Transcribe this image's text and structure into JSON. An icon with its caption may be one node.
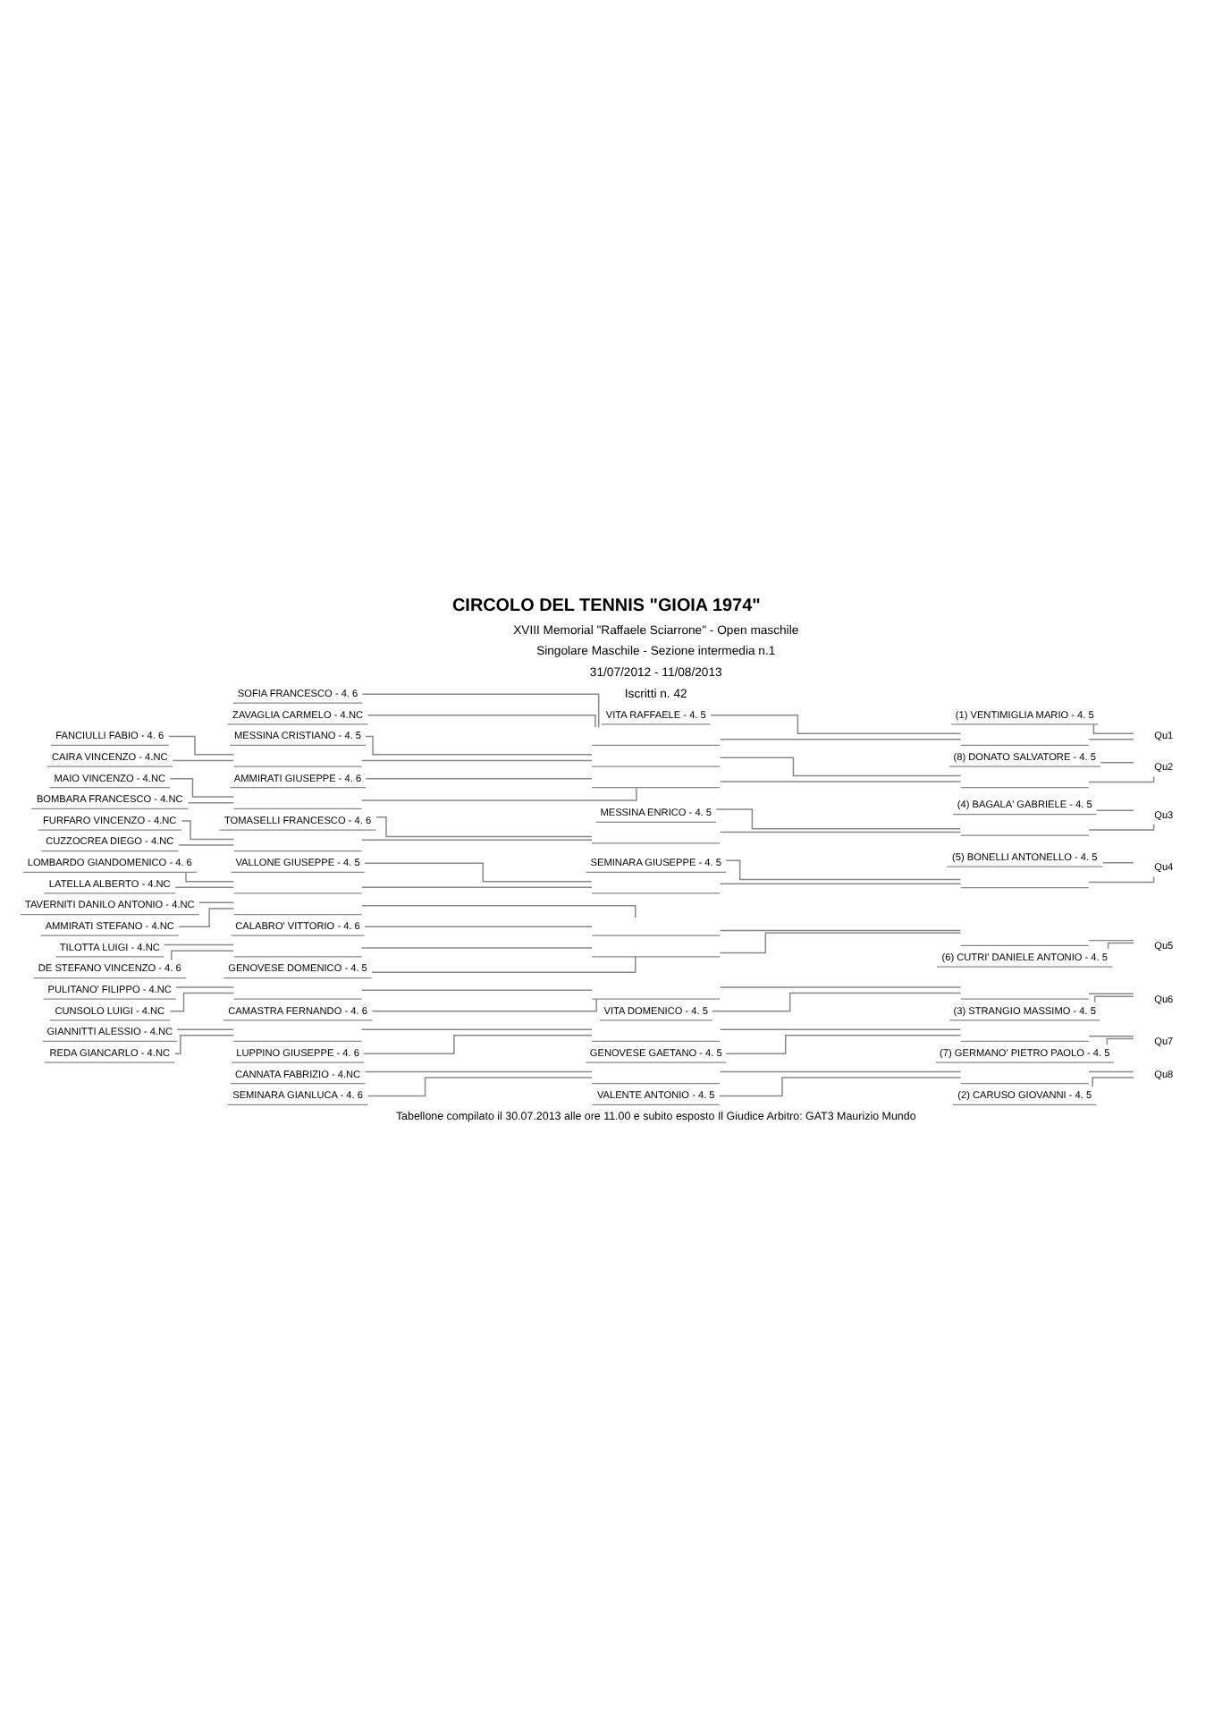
{
  "diagram": {
    "title": "CIRCOLO DEL TENNIS \"GIOIA 1974\"",
    "caption": "Tabellone compilato il 30.07.2013 alle ore 11.00 e subito esposto Il Giudice Arbitro: GAT3 Maurizio Mundo",
    "labels": [
      "XVIII Memorial \"Raffaele Sciarrone\" - Open maschile",
      "Singolare Maschile - Sezione intermedia n.1",
      "31/07/2012 - 11/08/2013",
      "Iscritti n. 42"
    ],
    "nodes": [
      {
        "text": [
          "(1) VENTIMIGLIA MARIO - 4. 5"
        ]
      },
      {
        "text": [
          "VITA RAFFAELE - 4. 5"
        ]
      },
      {
        "text": [
          "SOFIA FRANCESCO - 4. 6"
        ]
      },
      {
        "text": [
          "ZAVAGLIA CARMELO - 4.NC"
        ]
      },
      {
        "text": [],
        "shape": "line"
      },
      {
        "text": [],
        "shape": "line"
      },
      {
        "text": [
          "Qu1"
        ]
      },
      {
        "text": [
          "(8) DONATO SALVATORE - 4. 5"
        ]
      },
      {
        "text": [
          "MESSINA CRISTIANO - 4. 5"
        ]
      },
      {
        "text": [
          "FANCIULLI FABIO - 4. 6"
        ]
      },
      {
        "text": [
          "CAIRA VINCENZO - 4.NC"
        ]
      },
      {
        "text": [],
        "shape": "line"
      },
      {
        "text": [],
        "shape": "line"
      },
      {
        "text": [
          "AMMIRATI GIUSEPPE - 4. 6"
        ]
      },
      {
        "text": [
          "MAIO VINCENZO - 4.NC"
        ]
      },
      {
        "text": [
          "BOMBARA FRANCESCO - 4.NC"
        ]
      },
      {
        "text": [],
        "shape": "line"
      },
      {
        "text": [],
        "shape": "line"
      },
      {
        "text": [],
        "shape": "line"
      },
      {
        "text": [
          "Qu2"
        ]
      },
      {
        "text": [
          "(4) BAGALA' GABRIELE - 4. 5"
        ]
      },
      {
        "text": [
          "MESSINA ENRICO - 4. 5"
        ]
      },
      {
        "text": [
          "TOMASELLI FRANCESCO - 4. 6"
        ]
      },
      {
        "text": [
          "FURFARO VINCENZO - 4.NC"
        ]
      },
      {
        "text": [
          "CUZZOCREA DIEGO - 4.NC"
        ]
      },
      {
        "text": [],
        "shape": "line"
      },
      {
        "text": [],
        "shape": "line"
      },
      {
        "text": [],
        "shape": "line"
      },
      {
        "text": [
          "Qu3"
        ]
      },
      {
        "text": [
          "(5) BONELLI ANTONELLO - 4. 5"
        ]
      },
      {
        "text": [
          "SEMINARA GIUSEPPE - 4. 5"
        ]
      },
      {
        "text": [
          "VALLONE GIUSEPPE - 4. 5"
        ]
      },
      {
        "text": [
          "LOMBARDO GIANDOMENICO - 4. 6"
        ]
      },
      {
        "text": [
          "LATELLA ALBERTO - 4.NC"
        ]
      },
      {
        "text": [],
        "shape": "line"
      },
      {
        "text": [],
        "shape": "line"
      },
      {
        "text": [],
        "shape": "line"
      },
      {
        "text": [
          "Qu4"
        ]
      },
      {
        "text": [
          "TAVERNITI DANILO ANTONIO - 4.NC"
        ]
      },
      {
        "text": [
          "AMMIRATI STEFANO - 4.NC"
        ]
      },
      {
        "text": [],
        "shape": "line"
      },
      {
        "text": [
          "CALABRO' VITTORIO - 4. 6"
        ]
      },
      {
        "text": [],
        "shape": "line"
      },
      {
        "text": [
          "TILOTTA LUIGI - 4.NC"
        ]
      },
      {
        "text": [
          "DE STEFANO VINCENZO - 4. 6"
        ]
      },
      {
        "text": [],
        "shape": "line"
      },
      {
        "text": [
          "GENOVESE DOMENICO - 4. 5"
        ]
      },
      {
        "text": [],
        "shape": "line"
      },
      {
        "text": [],
        "shape": "line"
      },
      {
        "text": [
          "(6) CUTRI' DANIELE ANTONIO - 4. 5"
        ]
      },
      {
        "text": [
          "Qu5"
        ]
      },
      {
        "text": [
          "PULITANO' FILIPPO - 4.NC"
        ]
      },
      {
        "text": [
          "CUNSOLO LUIGI - 4.NC"
        ]
      },
      {
        "text": [],
        "shape": "line"
      },
      {
        "text": [
          "CAMASTRA FERNANDO - 4. 6"
        ]
      },
      {
        "text": [],
        "shape": "line"
      },
      {
        "text": [
          "VITA DOMENICO - 4. 5"
        ]
      },
      {
        "text": [],
        "shape": "line"
      },
      {
        "text": [
          "(3) STRANGIO MASSIMO - 4. 5"
        ]
      },
      {
        "text": [
          "Qu6"
        ]
      },
      {
        "text": [
          "GIANNITTI ALESSIO - 4.NC"
        ]
      },
      {
        "text": [
          "REDA GIANCARLO - 4.NC"
        ]
      },
      {
        "text": [],
        "shape": "line"
      },
      {
        "text": [
          "LUPPINO GIUSEPPE - 4. 6"
        ]
      },
      {
        "text": [],
        "shape": "line"
      },
      {
        "text": [
          "GENOVESE GAETANO - 4. 5"
        ]
      },
      {
        "text": [],
        "shape": "line"
      },
      {
        "text": [
          "(7) GERMANO' PIETRO PAOLO - 4. 5"
        ]
      },
      {
        "text": [
          "Qu7"
        ]
      },
      {
        "text": [
          "CANNATA FABRIZIO - 4.NC"
        ]
      },
      {
        "text": [
          "SEMINARA GIANLUCA - 4. 6"
        ]
      },
      {
        "text": [],
        "shape": "line"
      },
      {
        "text": [
          "VALENTE ANTONIO - 4. 5"
        ]
      },
      {
        "text": [],
        "shape": "line"
      },
      {
        "text": [
          "(2) CARUSO GIOVANNI - 4. 5"
        ]
      },
      {
        "text": [
          "Qu8"
        ]
      }
    ],
    "edges": [
      {
        "from": 2,
        "to": 4,
        "arrow": "none"
      },
      {
        "from": 3,
        "to": 4,
        "arrow": "none"
      },
      {
        "from": 1,
        "to": 5,
        "arrow": "none"
      },
      {
        "from": 4,
        "to": 5,
        "arrow": "none"
      },
      {
        "from": 0,
        "to": 6,
        "arrow": "none"
      },
      {
        "from": 5,
        "to": 6,
        "arrow": "none"
      },
      {
        "from": 9,
        "to": 11,
        "arrow": "none"
      },
      {
        "from": 10,
        "to": 11,
        "arrow": "none"
      },
      {
        "from": 8,
        "to": 12,
        "arrow": "none"
      },
      {
        "from": 11,
        "to": 12,
        "arrow": "none"
      },
      {
        "from": 14,
        "to": 16,
        "arrow": "none"
      },
      {
        "from": 15,
        "to": 16,
        "arrow": "none"
      },
      {
        "from": 13,
        "to": 17,
        "arrow": "none"
      },
      {
        "from": 16,
        "to": 17,
        "arrow": "none"
      },
      {
        "from": 12,
        "to": 18,
        "arrow": "none"
      },
      {
        "from": 17,
        "to": 18,
        "arrow": "none"
      },
      {
        "from": 7,
        "to": 19,
        "arrow": "none"
      },
      {
        "from": 18,
        "to": 19,
        "arrow": "none"
      },
      {
        "from": 23,
        "to": 25,
        "arrow": "none"
      },
      {
        "from": 24,
        "to": 25,
        "arrow": "none"
      },
      {
        "from": 22,
        "to": 26,
        "arrow": "none"
      },
      {
        "from": 25,
        "to": 26,
        "arrow": "none"
      },
      {
        "from": 21,
        "to": 27,
        "arrow": "none"
      },
      {
        "from": 26,
        "to": 27,
        "arrow": "none"
      },
      {
        "from": 20,
        "to": 28,
        "arrow": "none"
      },
      {
        "from": 27,
        "to": 28,
        "arrow": "none"
      },
      {
        "from": 32,
        "to": 34,
        "arrow": "none"
      },
      {
        "from": 33,
        "to": 34,
        "arrow": "none"
      },
      {
        "from": 31,
        "to": 35,
        "arrow": "none"
      },
      {
        "from": 34,
        "to": 35,
        "arrow": "none"
      },
      {
        "from": 30,
        "to": 36,
        "arrow": "none"
      },
      {
        "from": 35,
        "to": 36,
        "arrow": "none"
      },
      {
        "from": 29,
        "to": 37,
        "arrow": "none"
      },
      {
        "from": 36,
        "to": 37,
        "arrow": "none"
      },
      {
        "from": 38,
        "to": 40,
        "arrow": "none"
      },
      {
        "from": 39,
        "to": 40,
        "arrow": "none"
      },
      {
        "from": 40,
        "to": 42,
        "arrow": "none"
      },
      {
        "from": 41,
        "to": 42,
        "arrow": "none"
      },
      {
        "from": 43,
        "to": 45,
        "arrow": "none"
      },
      {
        "from": 44,
        "to": 45,
        "arrow": "none"
      },
      {
        "from": 45,
        "to": 47,
        "arrow": "none"
      },
      {
        "from": 46,
        "to": 47,
        "arrow": "none"
      },
      {
        "from": 42,
        "to": 48,
        "arrow": "none"
      },
      {
        "from": 47,
        "to": 48,
        "arrow": "none"
      },
      {
        "from": 48,
        "to": 50,
        "arrow": "none"
      },
      {
        "from": 49,
        "to": 50,
        "arrow": "none"
      },
      {
        "from": 51,
        "to": 53,
        "arrow": "none"
      },
      {
        "from": 52,
        "to": 53,
        "arrow": "none"
      },
      {
        "from": 53,
        "to": 55,
        "arrow": "none"
      },
      {
        "from": 54,
        "to": 55,
        "arrow": "none"
      },
      {
        "from": 55,
        "to": 57,
        "arrow": "none"
      },
      {
        "from": 56,
        "to": 57,
        "arrow": "none"
      },
      {
        "from": 57,
        "to": 59,
        "arrow": "none"
      },
      {
        "from": 58,
        "to": 59,
        "arrow": "none"
      },
      {
        "from": 60,
        "to": 62,
        "arrow": "none"
      },
      {
        "from": 61,
        "to": 62,
        "arrow": "none"
      },
      {
        "from": 62,
        "to": 64,
        "arrow": "none"
      },
      {
        "from": 63,
        "to": 64,
        "arrow": "none"
      },
      {
        "from": 64,
        "to": 66,
        "arrow": "none"
      },
      {
        "from": 65,
        "to": 66,
        "arrow": "none"
      },
      {
        "from": 66,
        "to": 68,
        "arrow": "none"
      },
      {
        "from": 67,
        "to": 68,
        "arrow": "none"
      },
      {
        "from": 69,
        "to": 71,
        "arrow": "none"
      },
      {
        "from": 70,
        "to": 71,
        "arrow": "none"
      },
      {
        "from": 71,
        "to": 73,
        "arrow": "none"
      },
      {
        "from": 72,
        "to": 73,
        "arrow": "none"
      },
      {
        "from": 73,
        "to": 75,
        "arrow": "none"
      },
      {
        "from": 74,
        "to": 75,
        "arrow": "none"
      }
    ]
  }
}
